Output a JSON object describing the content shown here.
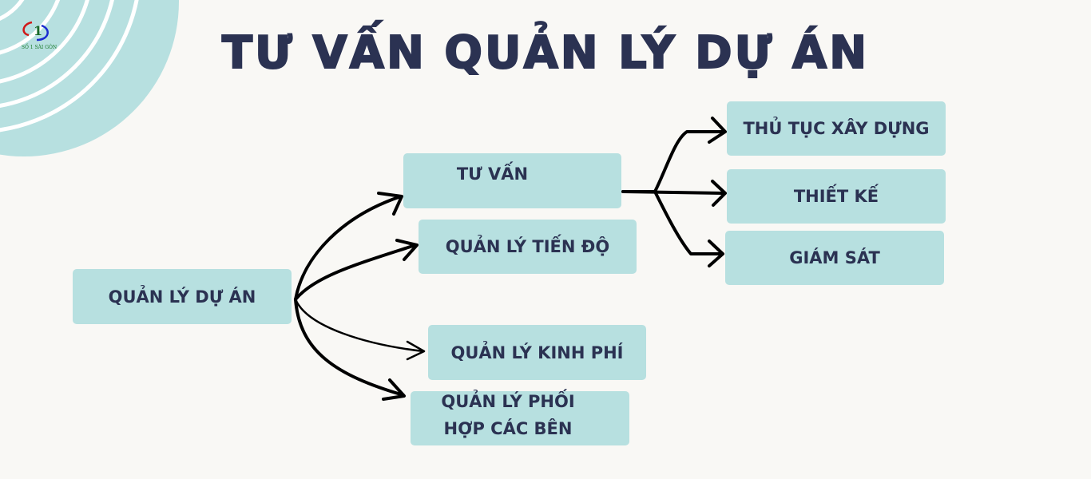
{
  "logo": {
    "text": "SỐ 1 SÀI GÒN",
    "numeral": "1"
  },
  "title": "TƯ VẤN QUẢN LÝ DỰ ÁN",
  "root": {
    "label": "QUẢN LÝ DỰ ÁN"
  },
  "branches": [
    {
      "label": "TƯ VẤN"
    },
    {
      "label": "QUẢN LÝ TIẾN ĐỘ"
    },
    {
      "label": "QUẢN LÝ KINH PHÍ"
    },
    {
      "label": "QUẢN LÝ PHỐI HỢP CÁC BÊN"
    }
  ],
  "sub_branches": [
    {
      "label": "THỦ TỤC XÂY DỰNG"
    },
    {
      "label": "THIẾT KẾ"
    },
    {
      "label": "GIÁM SÁT"
    }
  ],
  "colors": {
    "background": "#f9f8f5",
    "box": "#b7e0e0",
    "text": "#2b3252"
  }
}
